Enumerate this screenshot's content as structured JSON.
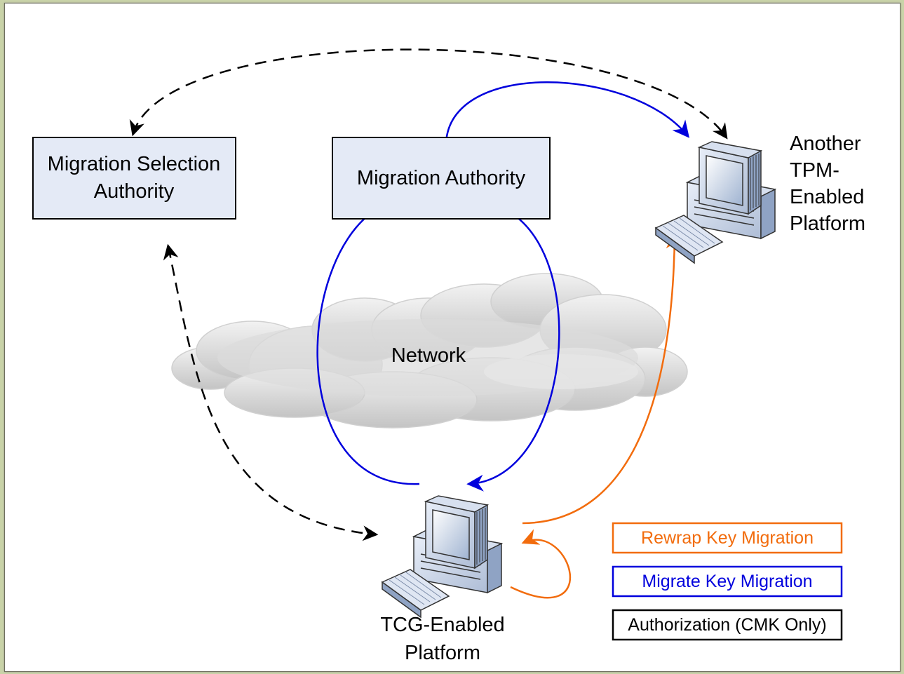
{
  "nodes": {
    "msa": {
      "line1": "Migration Selection",
      "line2": "Authority"
    },
    "ma": {
      "label": "Migration Authority"
    },
    "another_platform": {
      "line1": "Another",
      "line2": "TPM-",
      "line3": "Enabled",
      "line4": "Platform"
    },
    "tcg_platform": {
      "line1": "TCG-Enabled",
      "line2": "Platform"
    },
    "network": {
      "label": "Network"
    }
  },
  "legend": {
    "rewrap": {
      "label": "Rewrap Key Migration",
      "color": "#f26c0d"
    },
    "migrate": {
      "label": "Migrate Key Migration",
      "color": "#0000dd"
    },
    "authorization": {
      "label": "Authorization (CMK Only)",
      "color": "#000000"
    }
  },
  "colors": {
    "box_fill": "#e4eaf6",
    "background": "#c9d3a8"
  }
}
